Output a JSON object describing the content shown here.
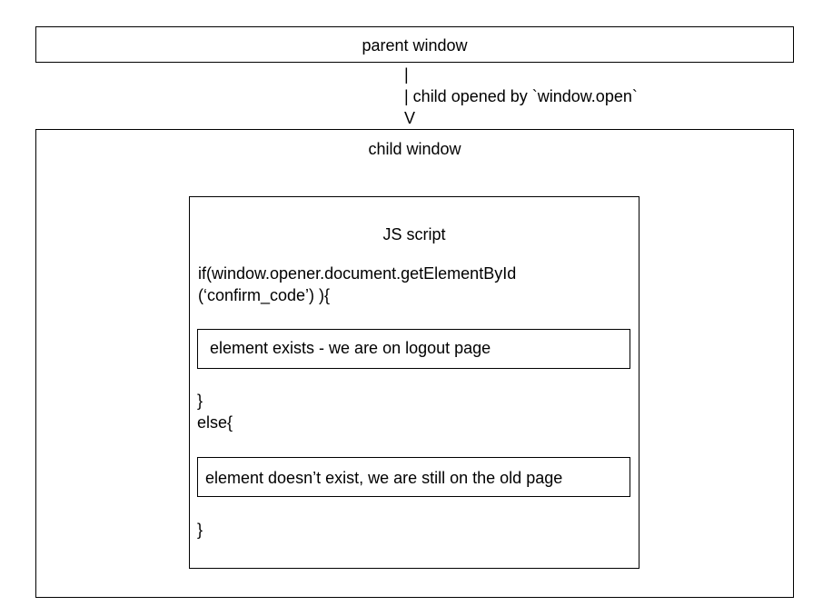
{
  "parent_window": {
    "label": "parent window"
  },
  "connector": {
    "line1": "|",
    "line2": "| child opened by `window.open`",
    "line3": "V"
  },
  "child_window": {
    "label": "child window",
    "script": {
      "title": "JS script",
      "if_line_1": "if(window.opener.document.getElementById",
      "if_line_2": "(‘confirm_code’) ){",
      "exists_text": "element exists - we are on logout page",
      "close_brace_1": "}",
      "else_line": "else{",
      "not_exists_text": "element doesn’t exist, we are still on the old page",
      "close_brace_2": "}"
    }
  }
}
